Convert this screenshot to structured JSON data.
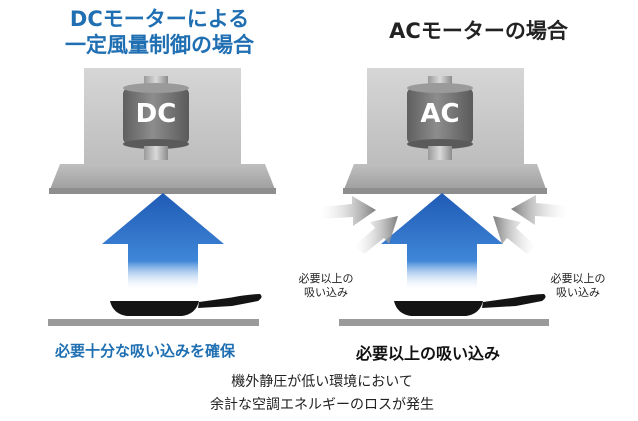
{
  "dc": {
    "title_line1": "DCモーターによる",
    "title_line2": "一定風量制御の場合",
    "motor_label": "DC",
    "caption": "必要十分な吸い込みを確保"
  },
  "ac": {
    "title": "ACモーターの場合",
    "motor_label": "AC",
    "side_left": [
      "必要以上の",
      "吸い込み"
    ],
    "side_right": [
      "必要以上の",
      "吸い込み"
    ],
    "caption": "必要以上の吸い込み",
    "note_line1": "機外静圧が低い環境において",
    "note_line2": "余計な空調エネルギーのロスが発生"
  },
  "colors": {
    "accent_blue": "#1f6fb2",
    "arrow_blue": "#2a63b8",
    "hood_gray": "#b8b8b8",
    "motor_gray": "#7a7a7a",
    "side_arrow_gray": "#8a8a8a"
  }
}
